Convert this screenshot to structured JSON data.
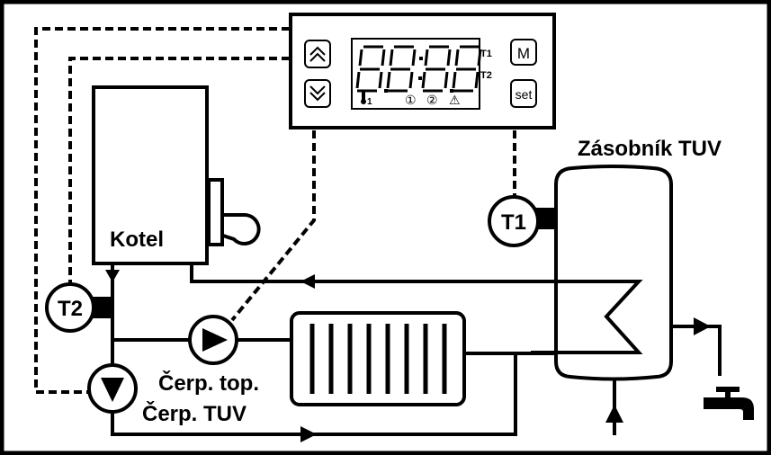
{
  "diagram": {
    "title": "Heating system wiring scheme with controller",
    "controller": {
      "up_button": "up",
      "down_button": "down",
      "mode_button_label": "M",
      "set_button_label": "set",
      "display_digits": "8.8:8.8",
      "indicator_t1": "T1",
      "indicator_t2": "T2",
      "sensor_indicator": "1",
      "output_1": "①",
      "output_2": "②",
      "alarm_icon": "⚠"
    },
    "labels": {
      "boiler": "Kotel",
      "tank": "Zásobník TUV",
      "heating_pump": "Čerp. top.",
      "tuv_pump": "Čerp. TUV"
    },
    "sensors": {
      "t1": "T1",
      "t2": "T2"
    },
    "colors": {
      "line": "#000000",
      "background": "#ffffff"
    }
  }
}
